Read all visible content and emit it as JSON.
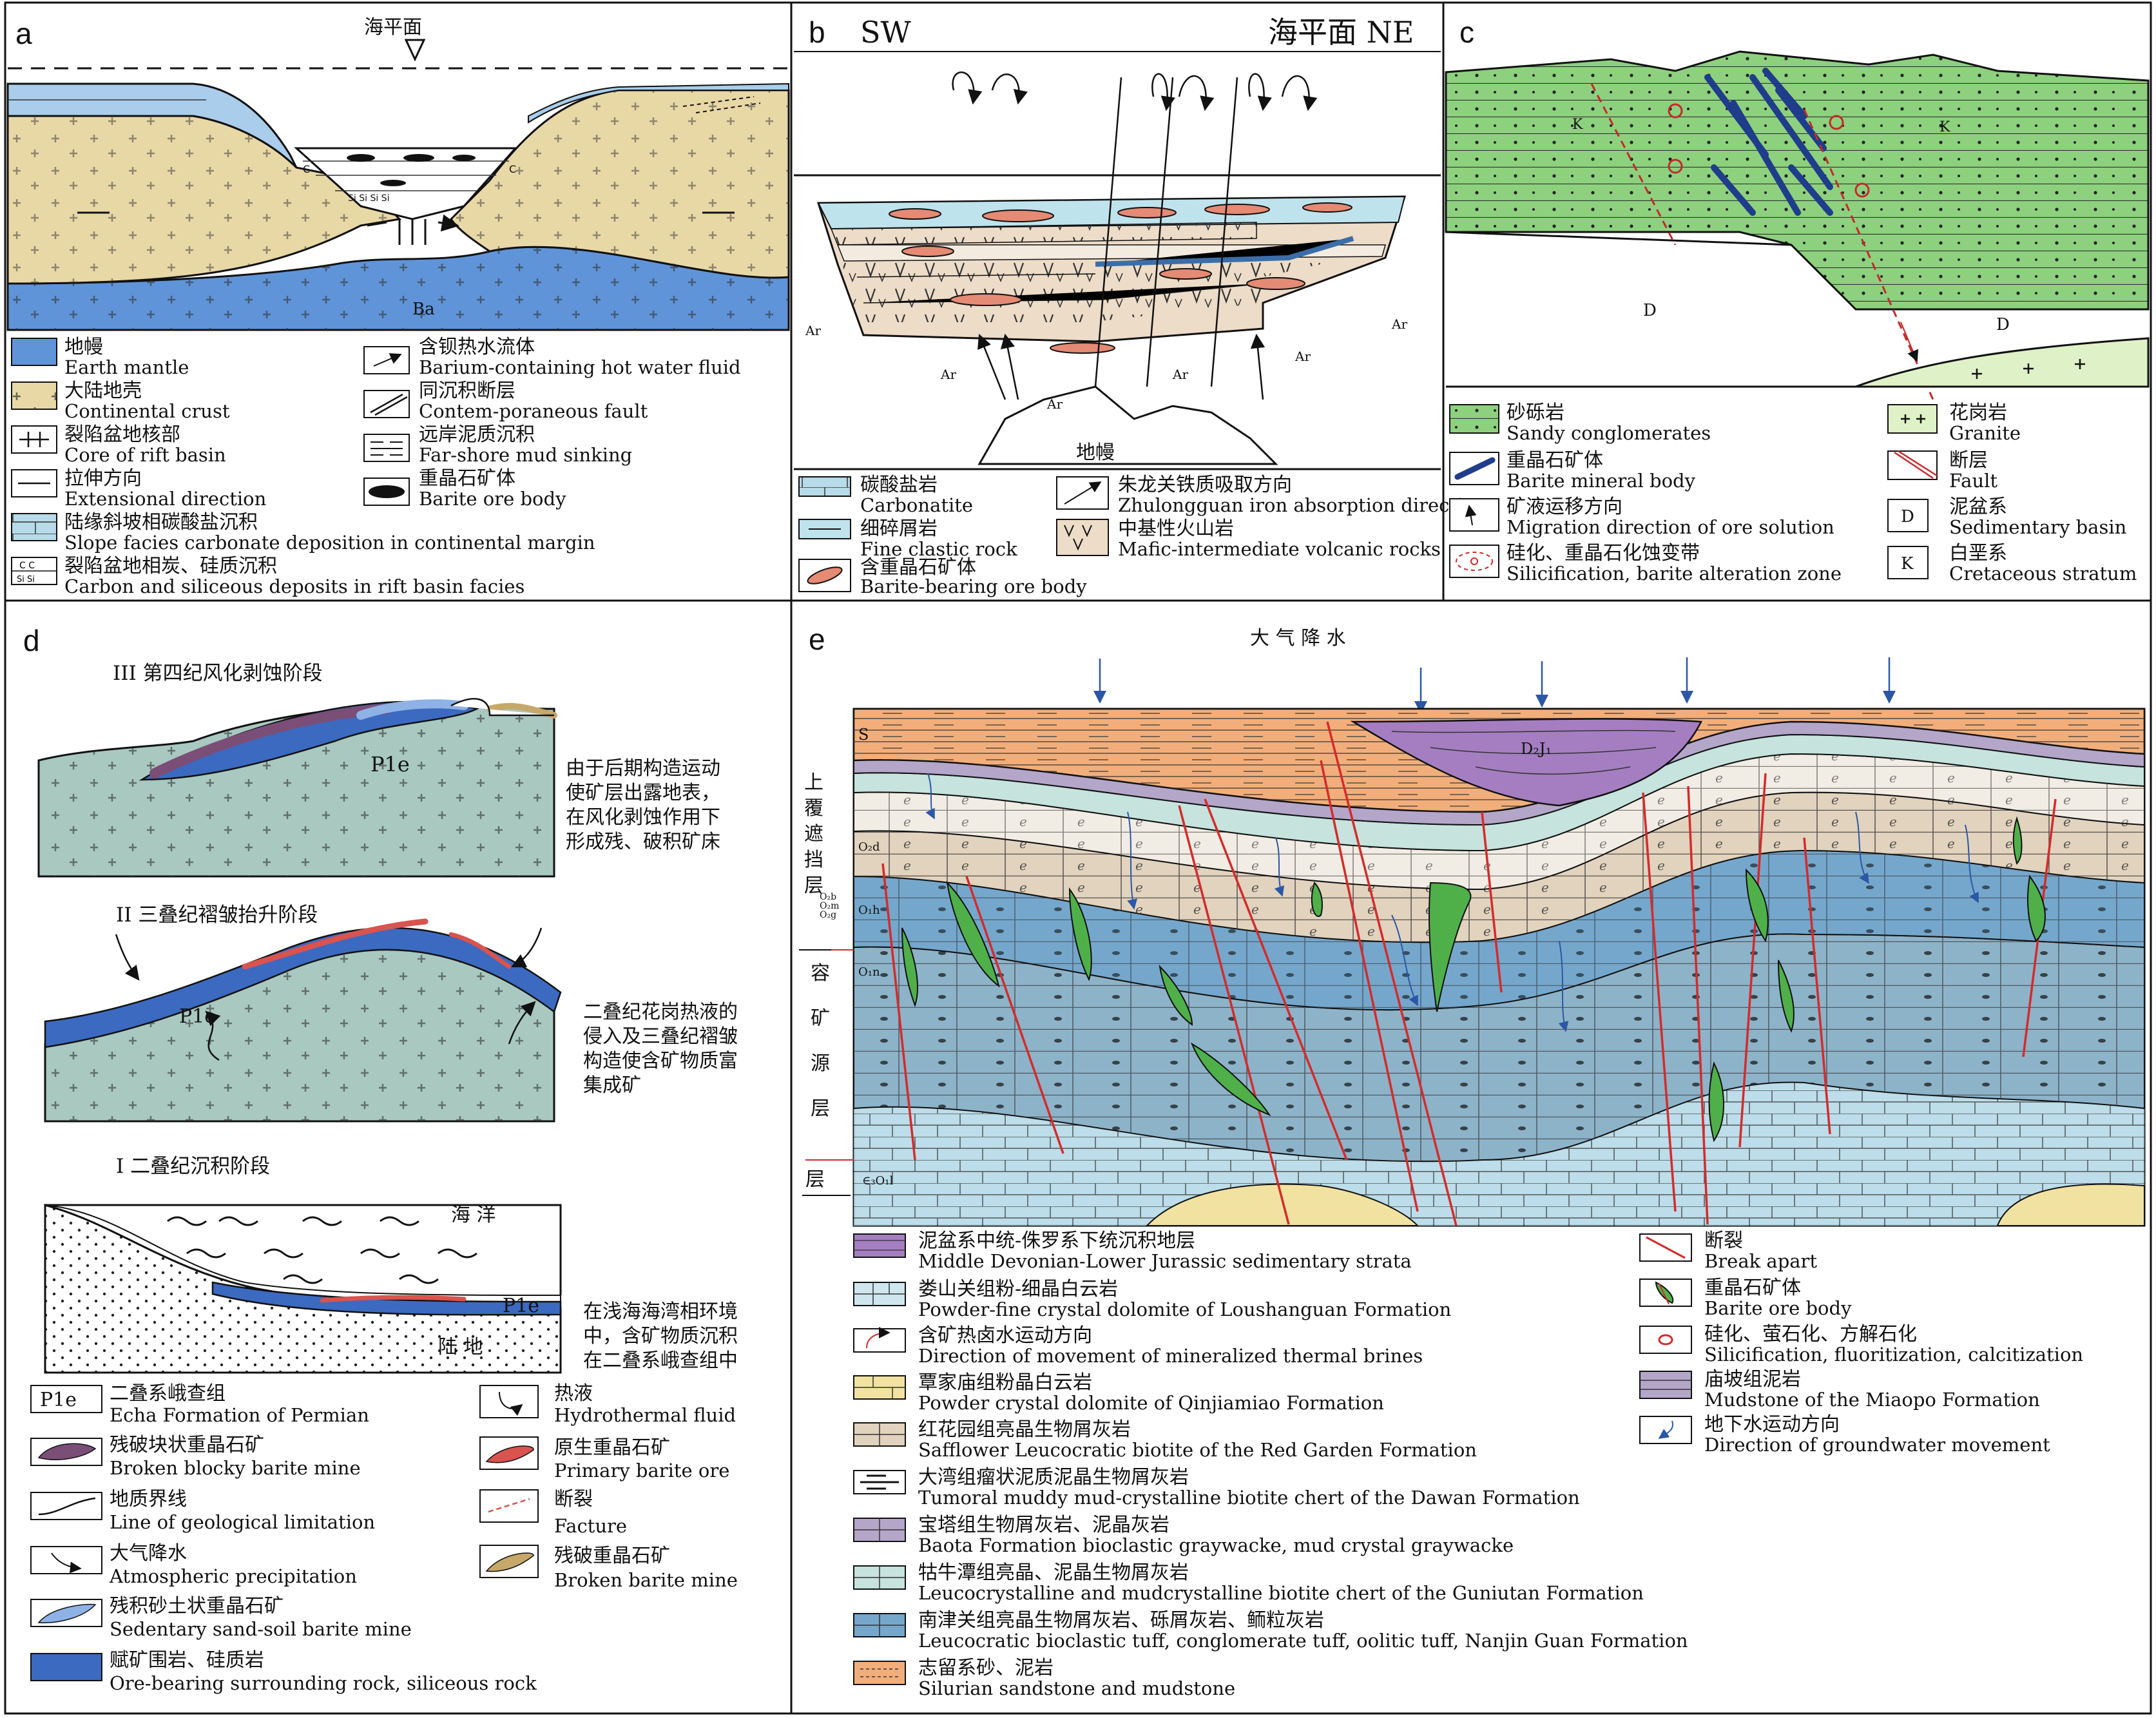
{
  "panels": {
    "a": {
      "label": "a",
      "sea_level": "海平面",
      "ba": "Ba",
      "legend": [
        {
          "zh": "地幔",
          "en": "Earth mantle"
        },
        {
          "zh": "大陆地壳",
          "en": "Continental crust"
        },
        {
          "zh": "裂陷盆地核部",
          "en": "Core of rift basin"
        },
        {
          "zh": "拉伸方向",
          "en": "Extensional direction"
        },
        {
          "zh": "陆缘斜坡相碳酸盐沉积",
          "en": "Slope facies carbonate deposition in continental margin"
        },
        {
          "zh": "裂陷盆地相炭、硅质沉积",
          "en": "Carbon and siliceous deposits in rift basin facies"
        },
        {
          "zh": "含钡热水流体",
          "en": "Barium-containing hot water fluid"
        },
        {
          "zh": "同沉积断层",
          "en": "Contem-poraneous fault"
        },
        {
          "zh": "远岸泥质沉积",
          "en": "Far-shore mud sinking"
        },
        {
          "zh": "重晶石矿体",
          "en": "Barite ore body"
        }
      ]
    },
    "b": {
      "label": "b",
      "sw": "SW",
      "ne": "海平面 NE",
      "ar": "Ar",
      "mantle": "地幔",
      "legend": [
        {
          "zh": "碳酸盐岩",
          "en": "Carbonatite"
        },
        {
          "zh": "细碎屑岩",
          "en": "Fine clastic rock"
        },
        {
          "zh": "含重晶石矿体",
          "en": "Barite-bearing ore body"
        },
        {
          "zh": "朱龙关铁质吸取方向",
          "en": "Zhulongguan iron absorption direction"
        },
        {
          "zh": "中基性火山岩",
          "en": "Mafic-intermediate volcanic rocks"
        }
      ]
    },
    "c": {
      "label": "c",
      "k": "K",
      "d": "D",
      "legend": [
        {
          "zh": "砂砾岩",
          "en": "Sandy conglomerates"
        },
        {
          "zh": "重晶石矿体",
          "en": "Barite mineral body"
        },
        {
          "zh": "矿液运移方向",
          "en": "Migration direction of ore solution"
        },
        {
          "zh": "硅化、重晶石化蚀变带",
          "en": "Silicification, barite alteration zone"
        },
        {
          "zh": "花岗岩",
          "en": "Granite"
        },
        {
          "zh": "断层",
          "en": "Fault"
        },
        {
          "zh": "泥盆系",
          "en": "Sedimentary basin"
        },
        {
          "zh": "白垩系",
          "en": "Cretaceous stratum"
        }
      ],
      "legend_letters": [
        "D",
        "K"
      ]
    },
    "d": {
      "label": "d",
      "stage3": "III 第四纪风化剥蚀阶段",
      "stage2": "II 三叠纪褶皱抬升阶段",
      "stage1": "I 二叠纪沉积阶段",
      "p1e": "P1e",
      "ocean": "海  洋",
      "land": "陆 地",
      "note3": [
        "由于后期构造运动",
        "使矿层出露地表，",
        "在风化剥蚀作用下",
        "形成残、破积矿床"
      ],
      "note2": [
        "二叠纪花岗热液的",
        "侵入及三叠纪褶皱",
        "构造使含矿物质富",
        "集成矿"
      ],
      "note1": [
        "在浅海海湾相环境",
        "中，含矿物质沉积",
        "在二叠系峨查组中"
      ],
      "legend": [
        {
          "zh": "二叠系峨查组",
          "en": "Echa Formation of Permian"
        },
        {
          "zh": "残破块状重晶石矿",
          "en": "Broken blocky barite mine"
        },
        {
          "zh": "地质界线",
          "en": "Line of geological limitation"
        },
        {
          "zh": "大气降水",
          "en": "Atmospheric precipitation"
        },
        {
          "zh": "残积砂土状重晶石矿",
          "en": "Sedentary sand-soil barite mine"
        },
        {
          "zh": "赋矿围岩、硅质岩",
          "en": "Ore-bearing surrounding rock, siliceous rock"
        },
        {
          "zh": "热液",
          "en": "Hydrothermal fluid"
        },
        {
          "zh": "原生重晶石矿",
          "en": "Primary barite ore"
        },
        {
          "zh": "断裂",
          "en": "Facture"
        },
        {
          "zh": "残破重晶石矿",
          "en": "Broken barite mine"
        }
      ]
    },
    "e": {
      "label": "e",
      "title": "大     气     降     水",
      "left_upper": [
        "上",
        "覆",
        "遮",
        "挡",
        "层"
      ],
      "left_lower": [
        "容",
        "矿",
        "源",
        "层",
        "层"
      ],
      "strata_labels": [
        "S",
        "D₂J₁",
        "O₂d",
        "O₂b",
        "O₂m",
        "O₂g",
        "O₁h",
        "O₁n",
        "∈₃O₁l"
      ],
      "legend": [
        {
          "zh": "泥盆系中统-侏罗系下统沉积地层",
          "en": "Middle Devonian-Lower Jurassic sedimentary strata"
        },
        {
          "zh": "娄山关组粉-细晶白云岩",
          "en": "Powder-fine crystal dolomite of Loushanguan Formation"
        },
        {
          "zh": "含矿热卤水运动方向",
          "en": "Direction of movement of mineralized thermal brines"
        },
        {
          "zh": "覃家庙组粉晶白云岩",
          "en": "Powder crystal dolomite of Qinjiamiao Formation"
        },
        {
          "zh": "红花园组亮晶生物屑灰岩",
          "en": "Safflower Leucocratic biotite of the Red Garden Formation"
        },
        {
          "zh": "大湾组瘤状泥质泥晶生物屑灰岩",
          "en": "Tumoral muddy mud-crystalline biotite chert of the Dawan Formation"
        },
        {
          "zh": "宝塔组生物屑灰岩、泥晶灰岩",
          "en": "Baota Formation bioclastic graywacke, mud crystal graywacke"
        },
        {
          "zh": "牯牛潭组亮晶、泥晶生物屑灰岩",
          "en": "Leucocrystalline and mudcrystalline biotite chert of the Guniutan Formation"
        },
        {
          "zh": "南津关组亮晶生物屑灰岩、砾屑灰岩、鲕粒灰岩",
          "en": "Leucocratic bioclastic tuff, conglomerate tuff, oolitic tuff, Nanjin Guan Formation"
        },
        {
          "zh": "志留系砂、泥岩",
          "en": "Silurian sandstone and mudstone"
        },
        {
          "zh": "断裂",
          "en": "Break apart"
        },
        {
          "zh": "重晶石矿体",
          "en": "Barite ore body"
        },
        {
          "zh": "硅化、萤石化、方解石化",
          "en": "Silicification, fluoritization, calcitization"
        },
        {
          "zh": "庙坡组泥岩",
          "en": "Mudstone of the Miaopo Formation"
        },
        {
          "zh": "地下水运动方向",
          "en": "Direction of groundwater movement"
        }
      ]
    }
  }
}
